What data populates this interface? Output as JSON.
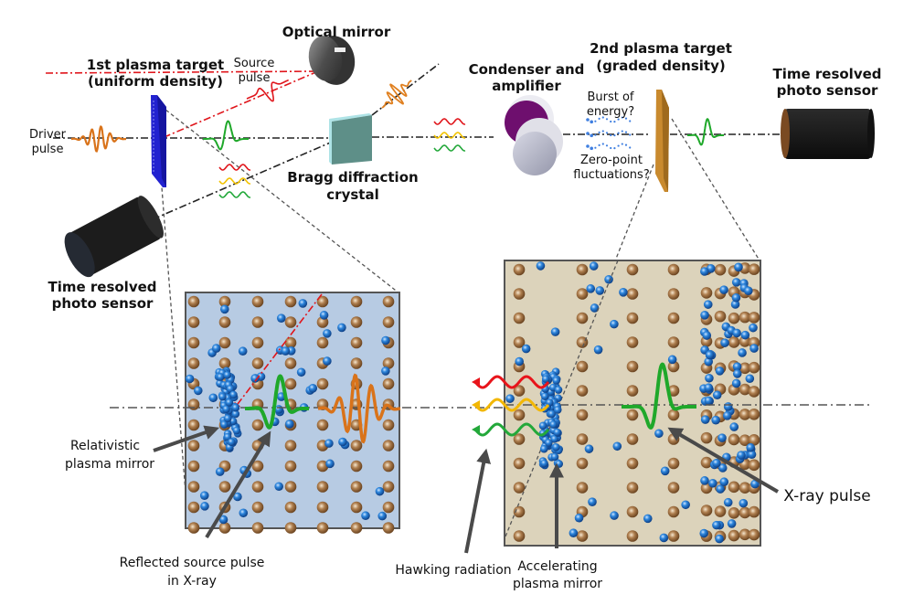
{
  "title": "Hawking radiation / accelerating plasma mirror experiment schematic",
  "labels": {
    "optical_mirror": "Optical mirror",
    "first_target_line1": "1st plasma target",
    "first_target_line2": "(uniform density)",
    "source_pulse_line1": "Source",
    "source_pulse_line2": "pulse",
    "driver_pulse_line1": "Driver",
    "driver_pulse_line2": "pulse",
    "bragg_line1": "Bragg diffraction",
    "bragg_line2": "crystal",
    "sensor_left_line1": "Time resolved",
    "sensor_left_line2": "photo sensor",
    "condenser_line1": "Condenser  and",
    "condenser_line2": "amplifier",
    "burst_line1": "Burst of",
    "burst_line2": "energy?",
    "zero_point_line1": "Zero-point",
    "zero_point_line2": "fluctuations?",
    "second_target_line1": "2nd plasma target",
    "second_target_line2": "(graded density)",
    "sensor_right_line1": "Time resolved",
    "sensor_right_line2": "photo sensor",
    "relativistic_line1": "Relativistic",
    "relativistic_line2": "plasma mirror",
    "reflected_line1": "Reflected source pulse",
    "reflected_line2": "in X-ray",
    "hawking": "Hawking radiation",
    "accelerating_line1": "Accelerating",
    "accelerating_line2": "plasma mirror",
    "xray_pulse": "X-ray pulse"
  },
  "colors": {
    "driver_pulse": "#d9731a",
    "source_pulse": "#e0161c",
    "xray_pulse": "#1fa82a",
    "hawking_red": "#e8141b",
    "hawking_yellow": "#f2b705",
    "hawking_green": "#23a83a",
    "first_target": "#2b2bd9",
    "second_target": "#c98a2e",
    "bragg_crystal": "#5e9a93",
    "condenser_purple": "#6e0f6e",
    "condenser_grey": "#a9abbd",
    "sensor": "#1b1b1b",
    "panel_uniform_bg": "#b7cbe3",
    "panel_graded_bg": "#dcd3bb",
    "ion": "#8a5a2a",
    "electron": "#1f6fc0"
  }
}
